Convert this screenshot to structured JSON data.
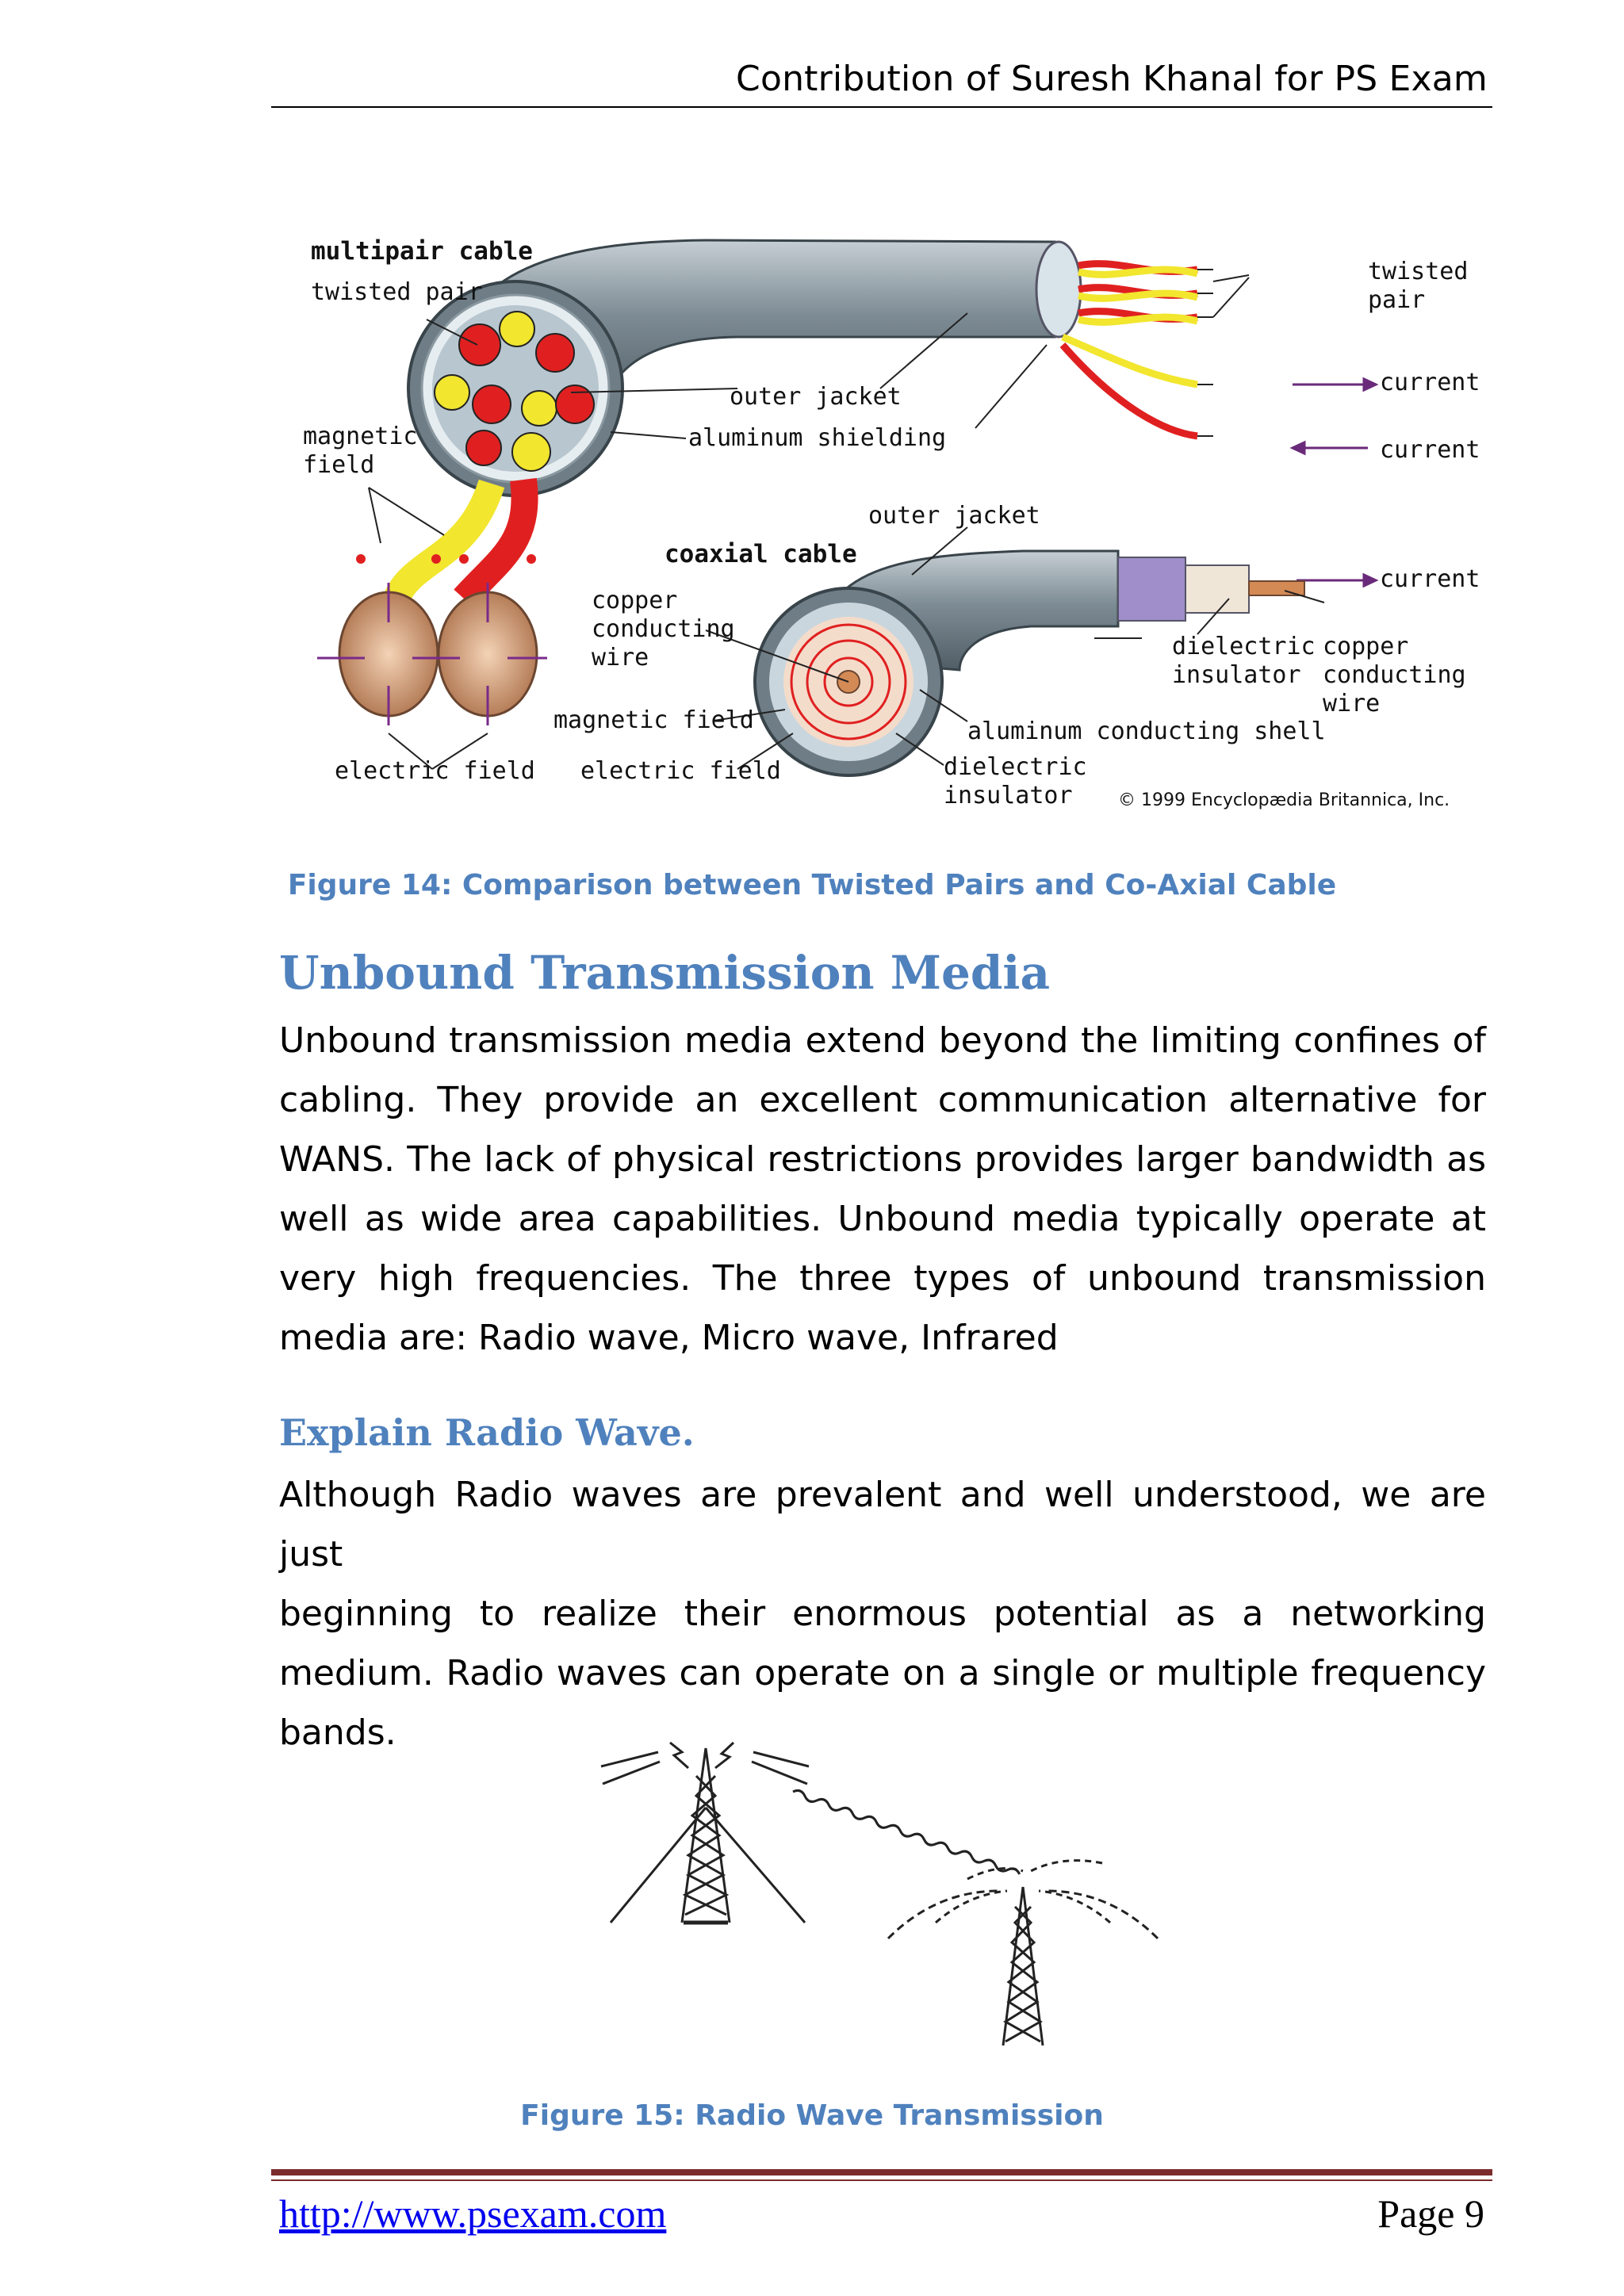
{
  "header": {
    "title": "Contribution of Suresh Khanal for PS Exam"
  },
  "figure14": {
    "labels": {
      "multipair_cable": "multipair cable",
      "twisted_pair": "twisted pair",
      "magnetic_field_1": "magnetic",
      "magnetic_field_2": "field",
      "electric_field_left": "electric field",
      "outer_jacket_top": "outer jacket",
      "aluminum_shielding": "aluminum shielding",
      "twisted_pair_right_1": "twisted",
      "twisted_pair_right_2": "pair",
      "current_1": "current",
      "current_2": "current",
      "current_3": "current",
      "outer_jacket_coax": "outer jacket",
      "coaxial_cable": "coaxial cable",
      "copper_wire_1": "copper",
      "copper_wire_2": "conducting",
      "copper_wire_3": "wire",
      "magnetic_field_coax": "magnetic field",
      "electric_field_coax": "electric field",
      "dielectric_insulator_1": "dielectric",
      "dielectric_insulator_2": "insulator",
      "copper_right_1": "copper",
      "copper_right_2": "conducting",
      "copper_right_3": "wire",
      "aluminum_shell": "aluminum conducting shell",
      "dielectric_bottom_1": "dielectric",
      "dielectric_bottom_2": "insulator",
      "copyright": "© 1999 Encyclopædia Britannica, Inc."
    },
    "caption": "Figure 14: Comparison between Twisted Pairs and Co-Axial Cable"
  },
  "section1": {
    "heading": "Unbound Transmission Media",
    "lines": [
      "Unbound transmission media extend beyond the limiting confines of",
      "cabling. They provide an excellent communication alternative for",
      "WANS. The lack of physical restrictions provides larger bandwidth as",
      "well as wide area capabilities. Unbound media typically operate at",
      "very high frequencies. The three types of unbound transmission",
      "media are: Radio wave, Micro wave, Infrared"
    ]
  },
  "section2": {
    "heading": "Explain Radio Wave.",
    "lines": [
      "Although Radio waves are prevalent and well understood, we are just",
      "beginning to realize their enormous potential as a networking",
      "medium. Radio waves can operate on a single or multiple frequency",
      "bands."
    ]
  },
  "figure15": {
    "caption": "Figure 15: Radio Wave Transmission"
  },
  "footer": {
    "link": "http://www.psexam.com",
    "page": "Page 9"
  },
  "colors": {
    "accent": "#4f81bd",
    "footer_rule": "#7b2c2c",
    "link": "#0000ee"
  }
}
